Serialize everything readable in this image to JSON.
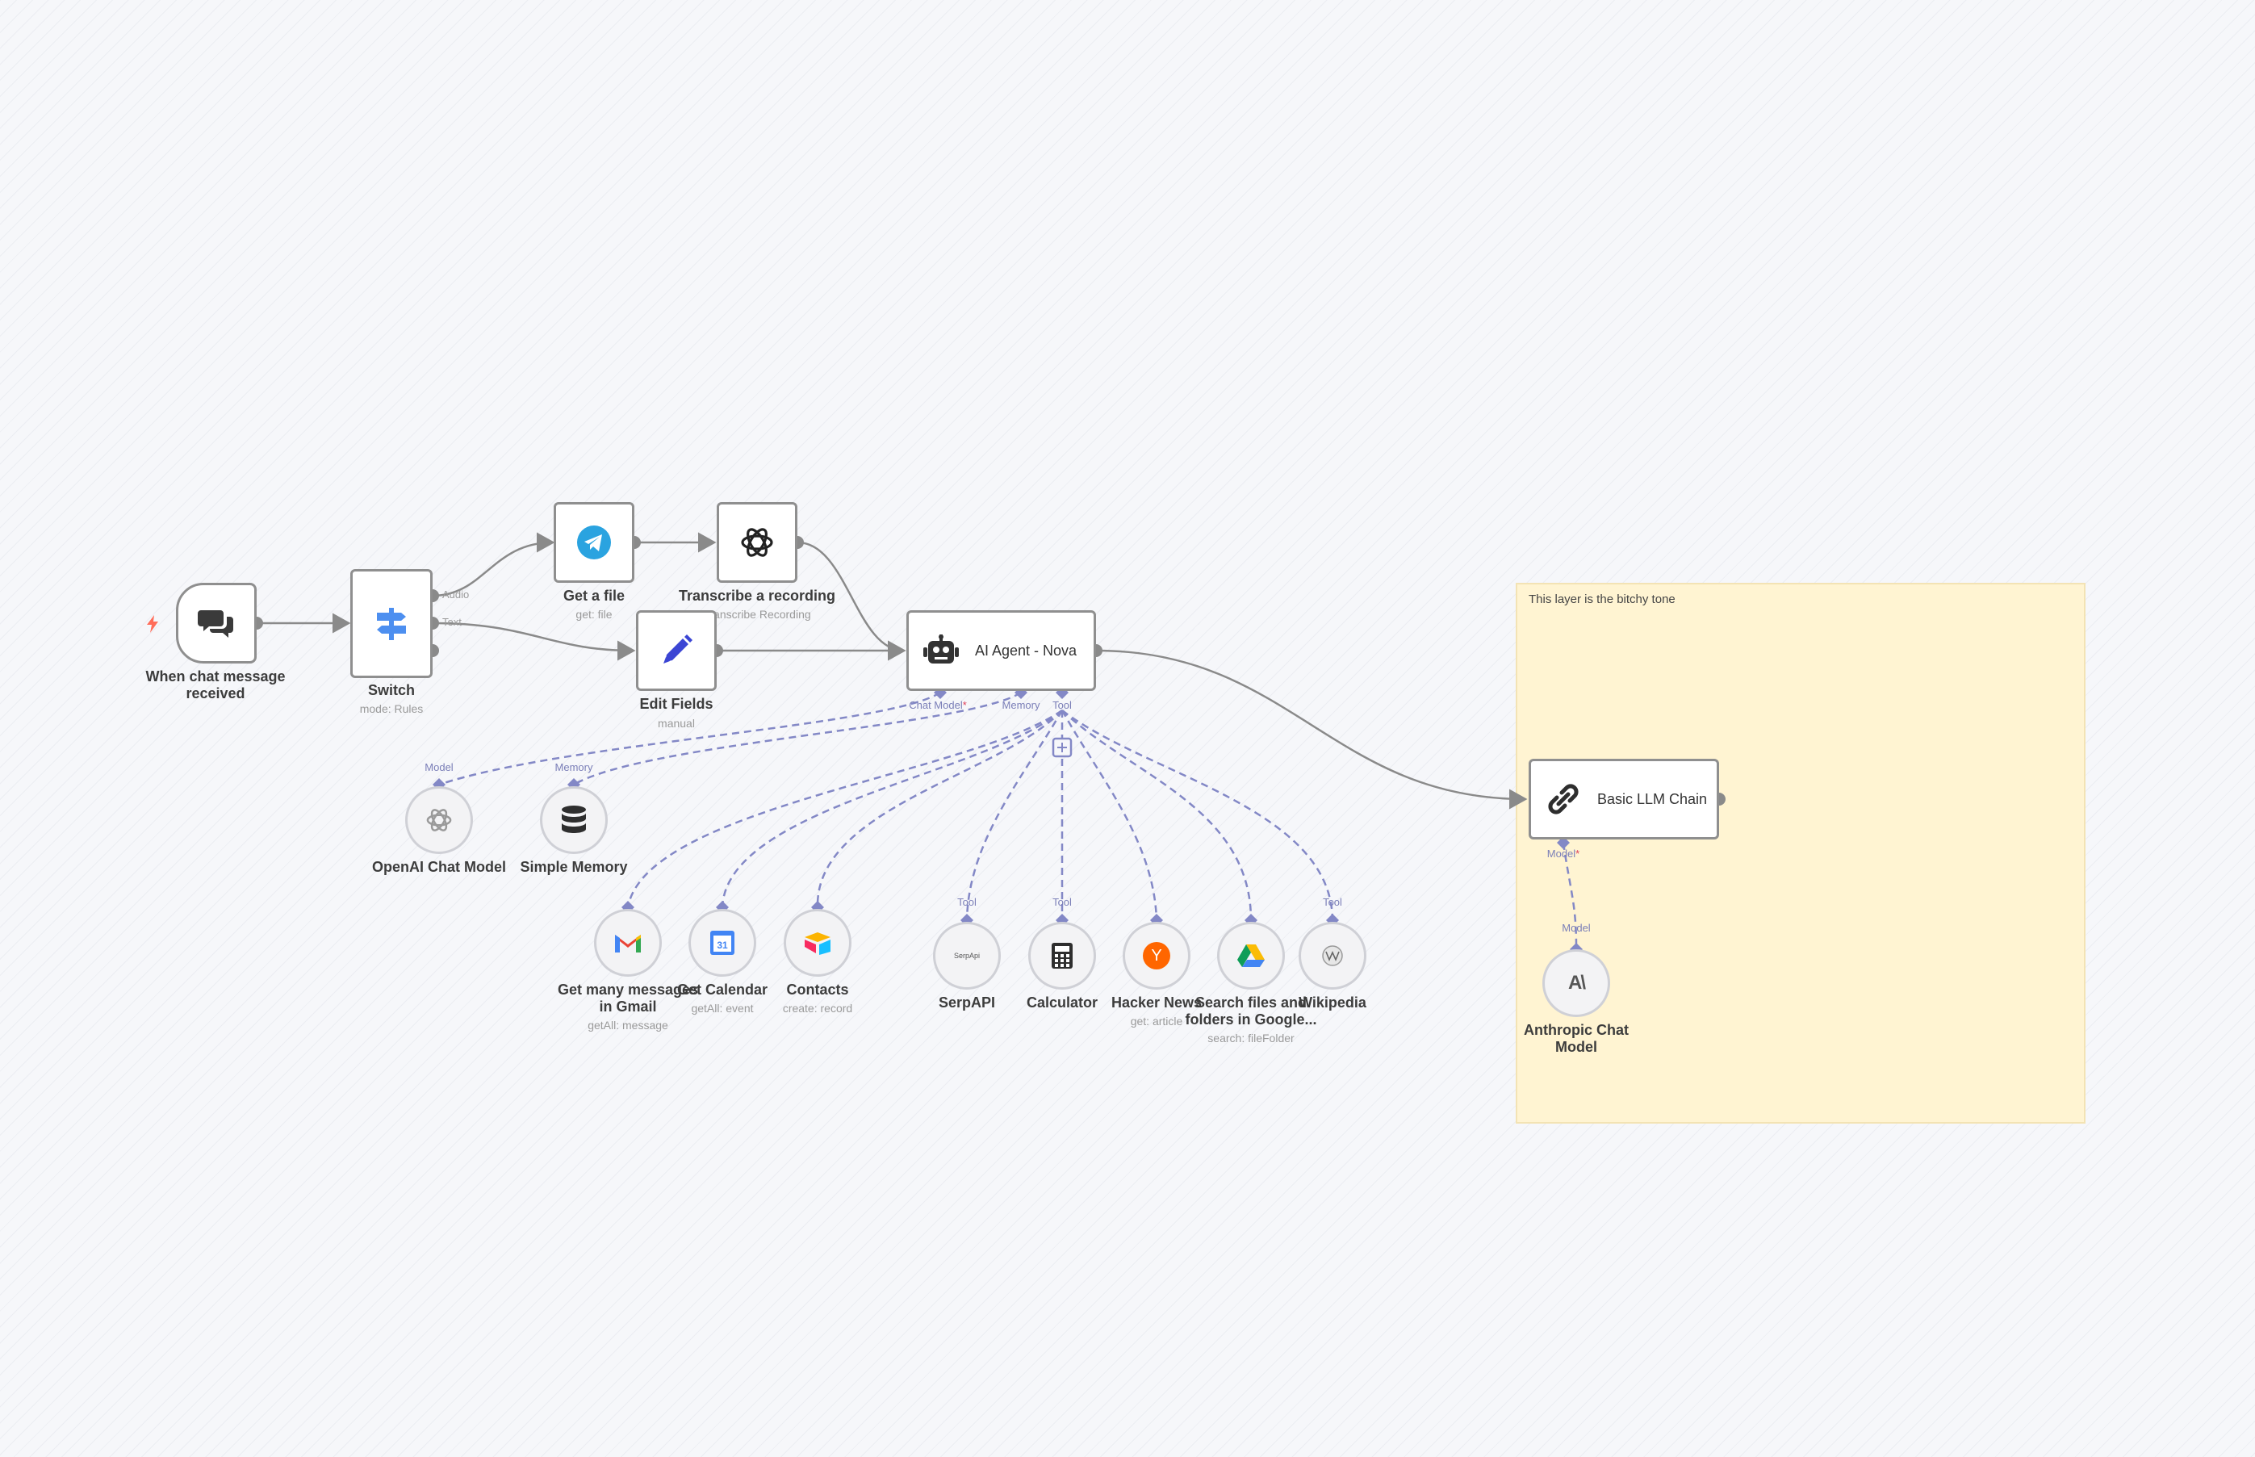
{
  "sticky_note": {
    "text": "This layer is the bitchy tone"
  },
  "nodes": {
    "chat_trigger": {
      "label_line1": "When chat message",
      "label_line2": "received"
    },
    "switch": {
      "label": "Switch",
      "subtitle": "mode: Rules",
      "outputs": [
        "Audio",
        "Text"
      ]
    },
    "get_file": {
      "label": "Get a file",
      "subtitle": "get: file"
    },
    "transcribe": {
      "label": "Transcribe a recording",
      "subtitle": "Transcribe Recording"
    },
    "edit_fields": {
      "label": "Edit Fields",
      "subtitle": "manual"
    },
    "ai_agent": {
      "title": "AI Agent - Nova",
      "ports": {
        "chat_model": "Chat Model",
        "required_mark": "*",
        "memory": "Memory",
        "tool": "Tool"
      }
    },
    "openai_model": {
      "label": "OpenAI Chat Model",
      "port": "Model"
    },
    "simple_memory": {
      "label": "Simple Memory",
      "port": "Memory"
    },
    "gmail": {
      "label_line1": "Get many messages",
      "label_line2": "in Gmail",
      "subtitle": "getAll: message"
    },
    "calendar": {
      "label": "Get Calendar",
      "subtitle": "getAll: event",
      "icon_text": "31"
    },
    "contacts": {
      "label": "Contacts",
      "subtitle": "create: record"
    },
    "serpapi": {
      "label": "SerpAPI",
      "port": "Tool",
      "icon_text": "SerpApi"
    },
    "calculator": {
      "label": "Calculator",
      "port": "Tool"
    },
    "hacker_news": {
      "label": "Hacker News",
      "subtitle": "get: article",
      "icon_text": "Y"
    },
    "google_drive": {
      "label_line1": "Search files and",
      "label_line2": "folders in Google...",
      "subtitle": "search: fileFolder"
    },
    "wikipedia": {
      "label": "Wikipedia",
      "port": "Tool"
    },
    "basic_llm_chain": {
      "title": "Basic LLM Chain",
      "port": "Model",
      "required_mark": "*"
    },
    "anthropic_model": {
      "label_line1": "Anthropic Chat",
      "label_line2": "Model",
      "port": "Model",
      "icon_text": "A\\"
    }
  },
  "colors": {
    "canvas": "#f6f7fa",
    "node_border": "#8f8f8f",
    "connection": "#8a8a8a",
    "ai_connection": "#8388c6",
    "sticky": "#fff4d2",
    "trigger_bolt": "#ff6d5a"
  }
}
